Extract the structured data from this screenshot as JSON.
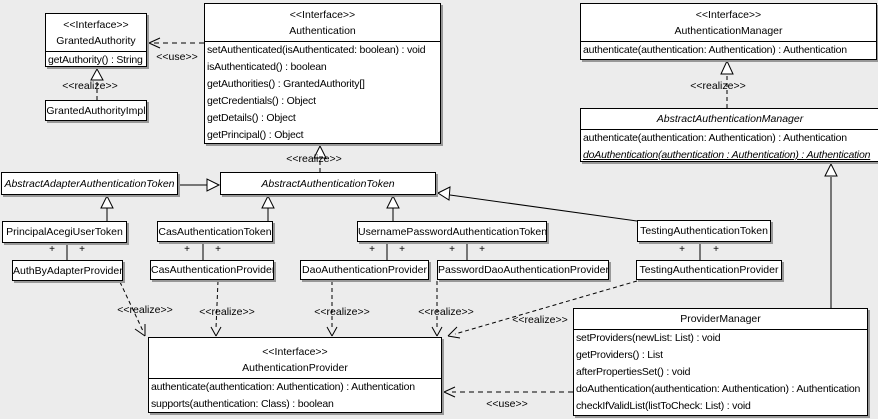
{
  "labels": {
    "realize": "<<realize>>",
    "use": "<<use>>",
    "plus": "+",
    "interface_stereotype": "<<Interface>>"
  },
  "colors": {
    "background": "#ececec",
    "box_fill": "#ffffff",
    "box_border": "#000000",
    "shadow": "#989898"
  },
  "classes": {
    "granted_authority": {
      "stereotype": "<<Interface>>",
      "name": "GrantedAuthority",
      "methods": [
        "getAuthority() : String"
      ]
    },
    "granted_authority_impl": {
      "name": "GrantedAuthorityImpl"
    },
    "authentication": {
      "stereotype": "<<Interface>>",
      "name": "Authentication",
      "methods": [
        "setAuthenticated(isAuthenticated: boolean) : void",
        "isAuthenticated() : boolean",
        "getAuthorities() : GrantedAuthority[]",
        "getCredentials() : Object",
        "getDetails() : Object",
        "getPrincipal() : Object"
      ]
    },
    "authentication_manager": {
      "stereotype": "<<Interface>>",
      "name": "AuthenticationManager",
      "methods": [
        "authenticate(authentication: Authentication) : Authentication"
      ]
    },
    "abstract_authentication_manager": {
      "name": "AbstractAuthenticationManager",
      "methods": [
        "authenticate(authentication: Authentication) : Authentication",
        "doAuthentication(authentication : Authentication) : Authentication"
      ]
    },
    "abstract_adapter_authentication_token": {
      "name": "AbstractAdapterAuthenticationToken"
    },
    "abstract_authentication_token": {
      "name": "AbstractAuthenticationToken"
    },
    "principal_acegi_user_token": {
      "name": "PrincipalAcegiUserToken"
    },
    "cas_authentication_token": {
      "name": "CasAuthenticationToken"
    },
    "username_password_authentication_token": {
      "name": "UsernamePasswordAuthenticationToken"
    },
    "testing_authentication_token": {
      "name": "TestingAuthenticationToken"
    },
    "auth_by_adapter_provider": {
      "name": "AuthByAdapterProvider"
    },
    "cas_authentication_provider": {
      "name": "CasAuthenticationProvider"
    },
    "dao_authentication_provider": {
      "name": "DaoAuthenticationProvider"
    },
    "password_dao_authentication_provider": {
      "name": "PasswordDaoAuthenticationProvider"
    },
    "testing_authentication_provider": {
      "name": "TestingAuthenticationProvider"
    },
    "authentication_provider": {
      "stereotype": "<<Interface>>",
      "name": "AuthenticationProvider",
      "methods": [
        "authenticate(authentication: Authentication) : Authentication",
        "supports(authentication: Class) : boolean"
      ]
    },
    "provider_manager": {
      "name": "ProviderManager",
      "methods": [
        "setProviders(newList: List) : void",
        "getProviders() : List",
        "afterPropertiesSet() : void",
        "doAuthentication(authentication: Authentication) : Authentication",
        "checkIfValidList(listToCheck: List) : void"
      ]
    }
  }
}
